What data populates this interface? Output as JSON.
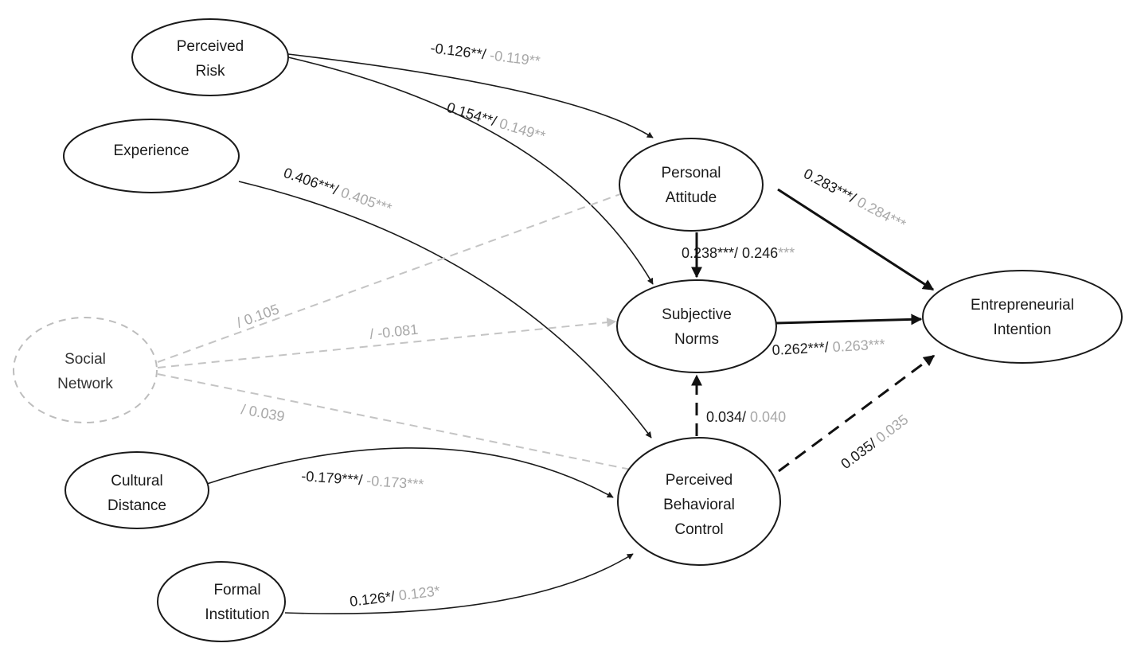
{
  "nodes": {
    "perceived_risk": [
      "Perceived",
      "Risk"
    ],
    "experience": [
      "Experience"
    ],
    "social_network": [
      "Social",
      "Network"
    ],
    "cultural_distance": [
      "Cultural",
      "Distance"
    ],
    "formal_institution": [
      "Formal",
      "Institution"
    ],
    "personal_attitude": [
      "Personal",
      "Attitude"
    ],
    "subjective_norms": [
      "Subjective",
      "Norms"
    ],
    "perceived_behavioral_control": [
      "Perceived",
      "Behavioral",
      "Control"
    ],
    "entrepreneurial_intention": [
      "Entrepreneurial",
      "Intention"
    ]
  },
  "edges": {
    "risk_to_attitude": {
      "from": "Perceived Risk",
      "to": "Personal Attitude",
      "style": "solid",
      "coef1": "-0.126**/ ",
      "coef2": "-0.119**"
    },
    "risk_to_norms": {
      "from": "Perceived Risk",
      "to": "Subjective Norms",
      "style": "solid",
      "coef1": "0.154**/ ",
      "coef2": "0.149**"
    },
    "experience_to_pbc": {
      "from": "Experience",
      "to": "Perceived Behavioral Control",
      "style": "solid",
      "coef1": "0.406***/ ",
      "coef2": "0.405***"
    },
    "network_to_attitude": {
      "from": "Social Network",
      "to": "Personal Attitude",
      "style": "light-dashed",
      "coef1": "/ ",
      "coef2": "0.105"
    },
    "network_to_norms": {
      "from": "Social Network",
      "to": "Subjective Norms",
      "style": "light-dashed",
      "coef1": "/ ",
      "coef2": "-0.081"
    },
    "network_to_pbc": {
      "from": "Social Network",
      "to": "Perceived Behavioral Control",
      "style": "light-dashed",
      "coef1": "/ ",
      "coef2": "0.039"
    },
    "cultural_to_pbc": {
      "from": "Cultural Distance",
      "to": "Perceived Behavioral Control",
      "style": "solid",
      "coef1": "-0.179***/ ",
      "coef2": "-0.173***"
    },
    "formal_to_pbc": {
      "from": "Formal Institution",
      "to": "Perceived Behavioral Control",
      "style": "solid",
      "coef1": "0.126*/ ",
      "coef2": "0.123*"
    },
    "attitude_to_norms": {
      "from": "Personal Attitude",
      "to": "Subjective Norms",
      "style": "bold",
      "coef1": "0.238***/ 0.246",
      "coef2": "***"
    },
    "attitude_to_intention": {
      "from": "Personal Attitude",
      "to": "Entrepreneurial Intention",
      "style": "bold",
      "coef1": "0.283***/ ",
      "coef2": "0.284***"
    },
    "norms_to_intention": {
      "from": "Subjective Norms",
      "to": "Entrepreneurial Intention",
      "style": "bold",
      "coef1": "0.262***/ ",
      "coef2": "0.263***"
    },
    "pbc_to_norms": {
      "from": "Perceived Behavioral Control",
      "to": "Subjective Norms",
      "style": "bold-dashed",
      "coef1": "0.034/ ",
      "coef2": "0.040"
    },
    "pbc_to_intention": {
      "from": "Perceived Behavioral Control",
      "to": "Entrepreneurial Intention",
      "style": "bold-dashed",
      "coef1": "0.035/ ",
      "coef2": "0.035"
    }
  },
  "colors": {
    "primary_text": "#1a1a1a",
    "secondary_text": "#a8a8a8",
    "dashed_light": "#c4c4c4"
  }
}
